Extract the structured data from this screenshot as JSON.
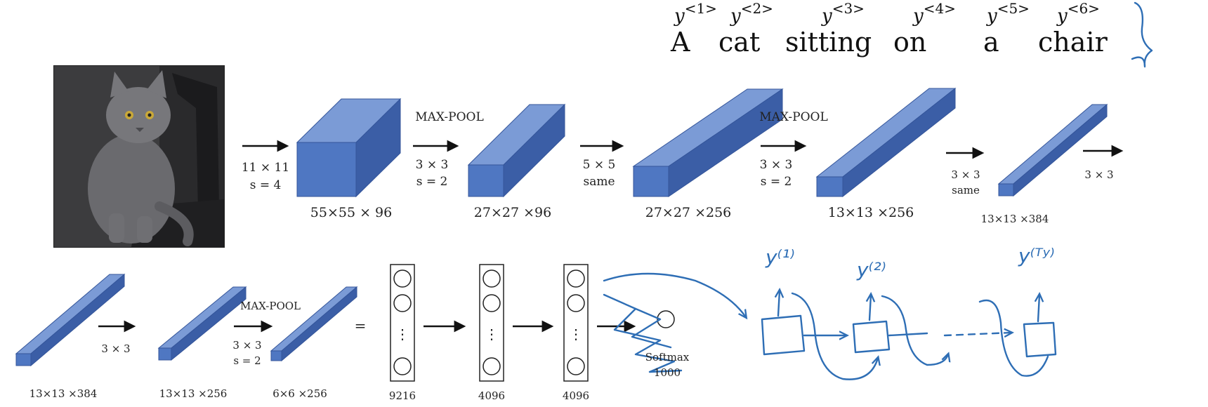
{
  "caption": {
    "y_labels": [
      {
        "base": "y",
        "sup": "<1>"
      },
      {
        "base": "y",
        "sup": "<2>"
      },
      {
        "base": "y",
        "sup": "<3>"
      },
      {
        "base": "y",
        "sup": "<4>"
      },
      {
        "base": "y",
        "sup": "<5>"
      },
      {
        "base": "y",
        "sup": "<6>"
      }
    ],
    "words": [
      "A",
      "cat",
      "sitting",
      "on",
      "a",
      "chair"
    ]
  },
  "row1": {
    "conv1_op": [
      "11 × 11",
      "s = 4"
    ],
    "conv1_dim": "55×55 × 96",
    "pool1_title": "MAX-POOL",
    "pool1_op": [
      "3 × 3",
      "s = 2"
    ],
    "pool1_dim": "27×27 ×96",
    "conv2_op": [
      "5 × 5",
      "same"
    ],
    "conv2_dim": "27×27 ×256",
    "pool2_title": "MAX-POOL",
    "pool2_op": [
      "3 × 3",
      "s = 2"
    ],
    "pool2_dim": "13×13 ×256",
    "conv3_op": [
      "3 × 3",
      "same"
    ],
    "conv3_dim": "13×13 ×384",
    "conv4_op": "3 × 3"
  },
  "row2": {
    "vol1_dim": "13×13 ×384",
    "conv5_op": "3 × 3",
    "vol2_dim": "13×13 ×256",
    "pool3_title": "MAX-POOL",
    "pool3_op": [
      "3 × 3",
      "s = 2"
    ],
    "vol3_dim": "6×6 ×256",
    "equals": "=",
    "fc_sizes": [
      "9216",
      "4096",
      "4096"
    ],
    "fc_dots": "⋮",
    "softmax_label": "Softmax",
    "softmax_size": "1000"
  },
  "rnn_sketch": {
    "outputs": [
      "y⁽¹⁾",
      "y⁽²⁾",
      "y⁽ᵀʸ⁾"
    ],
    "ink_color": "#2e6eb5"
  },
  "colors": {
    "block_front": "#4f77c2",
    "block_top": "#7b9bd6",
    "block_side": "#3b5ea6",
    "block_edge": "#34559a"
  }
}
